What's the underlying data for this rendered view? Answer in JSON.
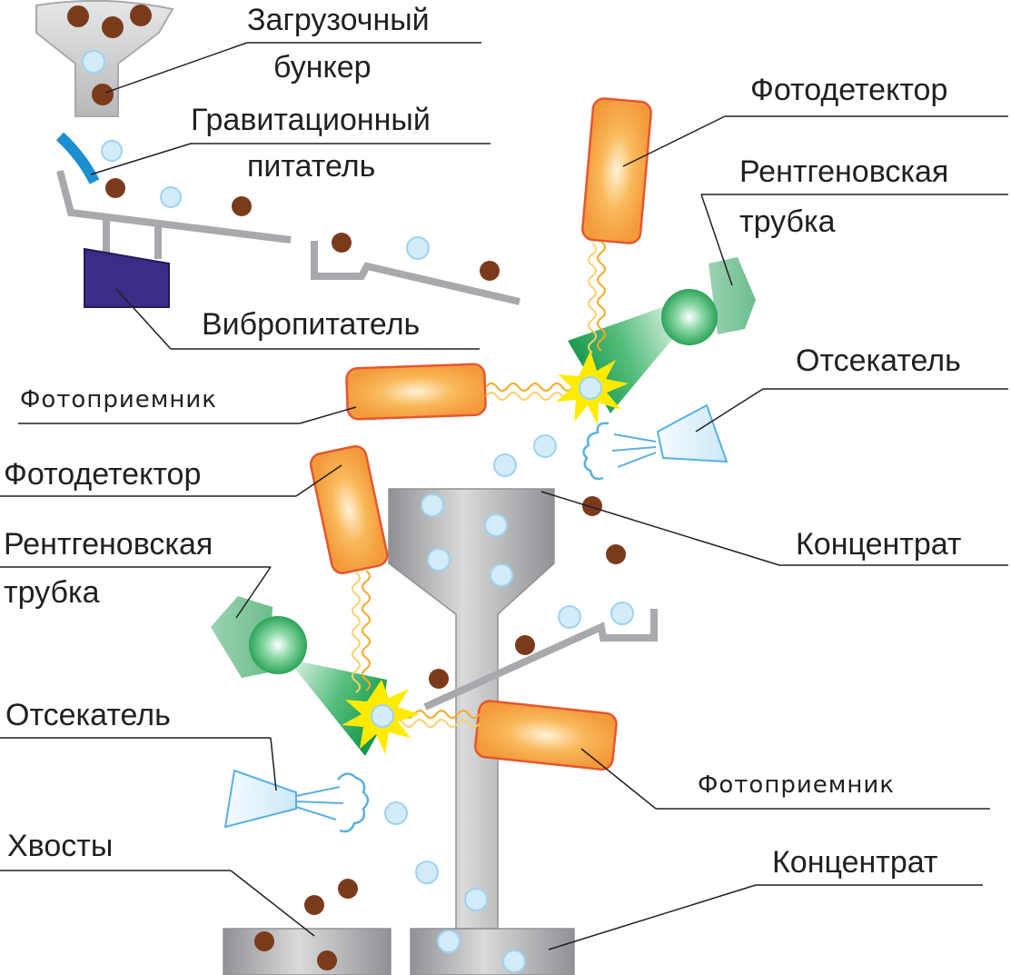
{
  "labels": {
    "hopper": [
      "Загрузочный",
      "бункер"
    ],
    "gravity_feeder": [
      "Гравитационный",
      "питатель"
    ],
    "vibro_feeder": "Вибропитатель",
    "photodetector_top": "Фотодетектор",
    "xray_tube_top": [
      "Рентгеновская",
      "трубка"
    ],
    "ejector_top": "Отсекатель",
    "photoreceiver_left": "Фотоприемник",
    "photodetector_left": "Фотодетектор",
    "concentrate_top": "Концентрат",
    "xray_tube_left": [
      "Рентгеновская",
      "трубка"
    ],
    "ejector_left": "Отсекатель",
    "photoreceiver_right": "Фотоприемник",
    "tailings": "Хвосты",
    "concentrate_bottom": "Концентрат"
  },
  "colors": {
    "ore_particle": "#7a3b1c",
    "mineral_particle": "#d3ecf9",
    "detector_fill": "#f7a64a",
    "detector_border": "#e4572e",
    "tube_head": "#2fae62",
    "tube_body": "#7cc69b",
    "beam": "#1ea05a",
    "flash": "#ffeb00",
    "ejector": "#5ab0e0",
    "feeder_block": "#3b2c85",
    "gravity_chute": "#1c8fd1",
    "metal": "#a7a9ac"
  }
}
